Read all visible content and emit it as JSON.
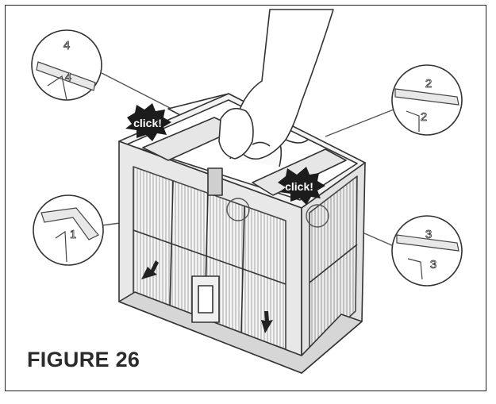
{
  "figure": {
    "caption": "FIGURE 26",
    "click_labels": [
      "click!",
      "click!"
    ],
    "callouts": [
      {
        "id": "callout-4",
        "digit": "4"
      },
      {
        "id": "callout-2",
        "digit": "2"
      },
      {
        "id": "callout-1",
        "digit": "1"
      },
      {
        "id": "callout-3",
        "digit": "3"
      }
    ]
  }
}
